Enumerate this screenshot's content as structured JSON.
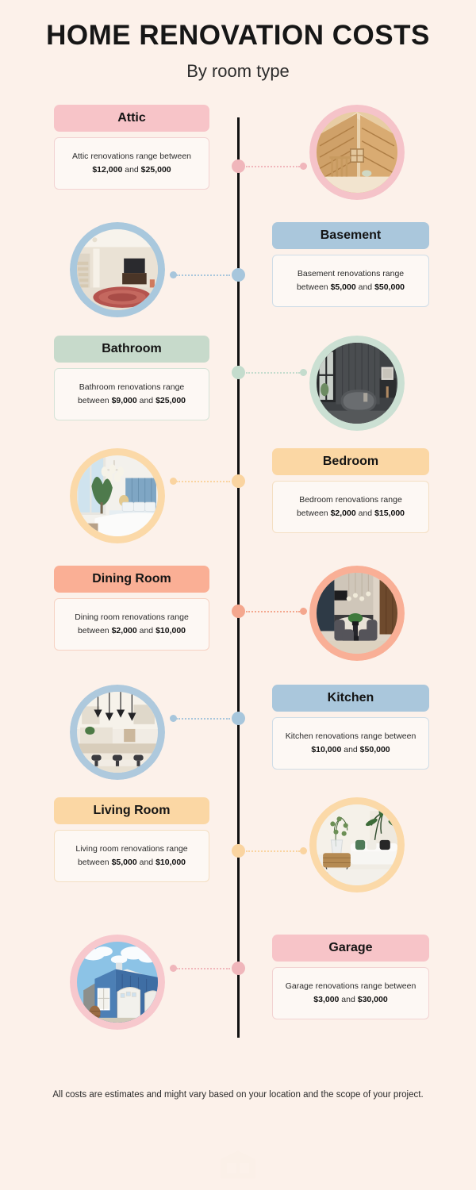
{
  "header": {
    "title": "HOME RENOVATION COSTS",
    "subtitle": "By room type"
  },
  "rooms": [
    {
      "name": "Attic",
      "desc_prefix": "Attic renovations range between ",
      "low": "$12,000",
      "mid": " and ",
      "high": "$25,000",
      "pill_color": "#f7c4c8",
      "card_border": "#f2d3d2",
      "ring_color": "#f5c3c9",
      "dot_color": "#f0b6bb",
      "side": "left",
      "image": "attic-photo"
    },
    {
      "name": "Basement",
      "desc_prefix": "Basement renovations range between ",
      "low": "$5,000",
      "mid": " and ",
      "high": "$50,000",
      "pill_color": "#aac7dc",
      "card_border": "#cfdde7",
      "ring_color": "#a9c8dd",
      "dot_color": "#a7c6dc",
      "side": "right",
      "image": "basement-photo"
    },
    {
      "name": "Bathroom",
      "desc_prefix": "Bathroom renovations range between ",
      "low": "$9,000",
      "mid": " and ",
      "high": "$25,000",
      "pill_color": "#c7dacb",
      "card_border": "#d5e3d7",
      "ring_color": "#cbe0d3",
      "dot_color": "#c4dccd",
      "side": "left",
      "image": "bathroom-photo"
    },
    {
      "name": "Bedroom",
      "desc_prefix": "Bedroom renovations range between ",
      "low": "$2,000",
      "mid": " and ",
      "high": "$15,000",
      "pill_color": "#fbd7a4",
      "card_border": "#f4dfc3",
      "ring_color": "#fbd9a8",
      "dot_color": "#fad4a0",
      "side": "right",
      "image": "bedroom-photo"
    },
    {
      "name": "Dining Room",
      "desc_prefix": "Dining room renovations range between ",
      "low": "$2,000",
      "mid": " and ",
      "high": "$10,000",
      "pill_color": "#faaf95",
      "card_border": "#f6d2c3",
      "ring_color": "#f9af96",
      "dot_color": "#f4a78e",
      "side": "left",
      "image": "dining-photo"
    },
    {
      "name": "Kitchen",
      "desc_prefix": "Kitchen renovations range between ",
      "low": "$10,000",
      "mid": " and ",
      "high": "$50,000",
      "pill_color": "#aac7dc",
      "card_border": "#cfdde7",
      "ring_color": "#aec9dd",
      "dot_color": "#a7c6dc",
      "side": "right",
      "image": "kitchen-photo"
    },
    {
      "name": "Living Room",
      "desc_prefix": "Living room renovations range between ",
      "low": "$5,000",
      "mid": " and ",
      "high": "$10,000",
      "pill_color": "#fbd7a4",
      "card_border": "#f4dfc3",
      "ring_color": "#fbd9a8",
      "dot_color": "#fad4a0",
      "side": "left",
      "image": "living-photo"
    },
    {
      "name": "Garage",
      "desc_prefix": "Garage renovations range between ",
      "low": "$3,000",
      "mid": " and ",
      "high": "$30,000",
      "pill_color": "#f7c4c8",
      "card_border": "#f2d3d2",
      "ring_color": "#f7c8cd",
      "dot_color": "#f0b6bb",
      "side": "right",
      "image": "garage-photo"
    }
  ],
  "footer": {
    "note": "All costs are estimates and might vary based on your location and the scope of your project."
  },
  "colors": {
    "background": "#fcf1ea",
    "timeline": "#111111",
    "card_background": "#fdf8f4",
    "text": "#2b2b2b"
  }
}
